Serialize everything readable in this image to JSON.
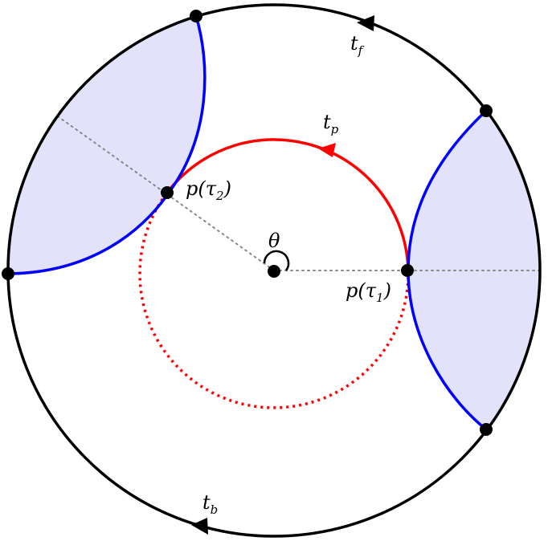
{
  "diagram": {
    "labels": {
      "t_f": {
        "base": "t",
        "sub": "f"
      },
      "t_p": {
        "base": "t",
        "sub": "p"
      },
      "t_b": {
        "base": "t",
        "sub": "b"
      },
      "theta": "θ",
      "p_tau1": {
        "pre": "p(",
        "base": "τ",
        "sub": "1",
        "post": ")"
      },
      "p_tau2": {
        "pre": "p(",
        "base": "τ",
        "sub": "2",
        "post": ")"
      }
    },
    "colors": {
      "outer_circle": "#000000",
      "inner_path": "#ff0000",
      "region_boundary": "#0000ff",
      "region_fill": "#e2e2fb",
      "guide": "#888888",
      "point": "#000000"
    }
  }
}
